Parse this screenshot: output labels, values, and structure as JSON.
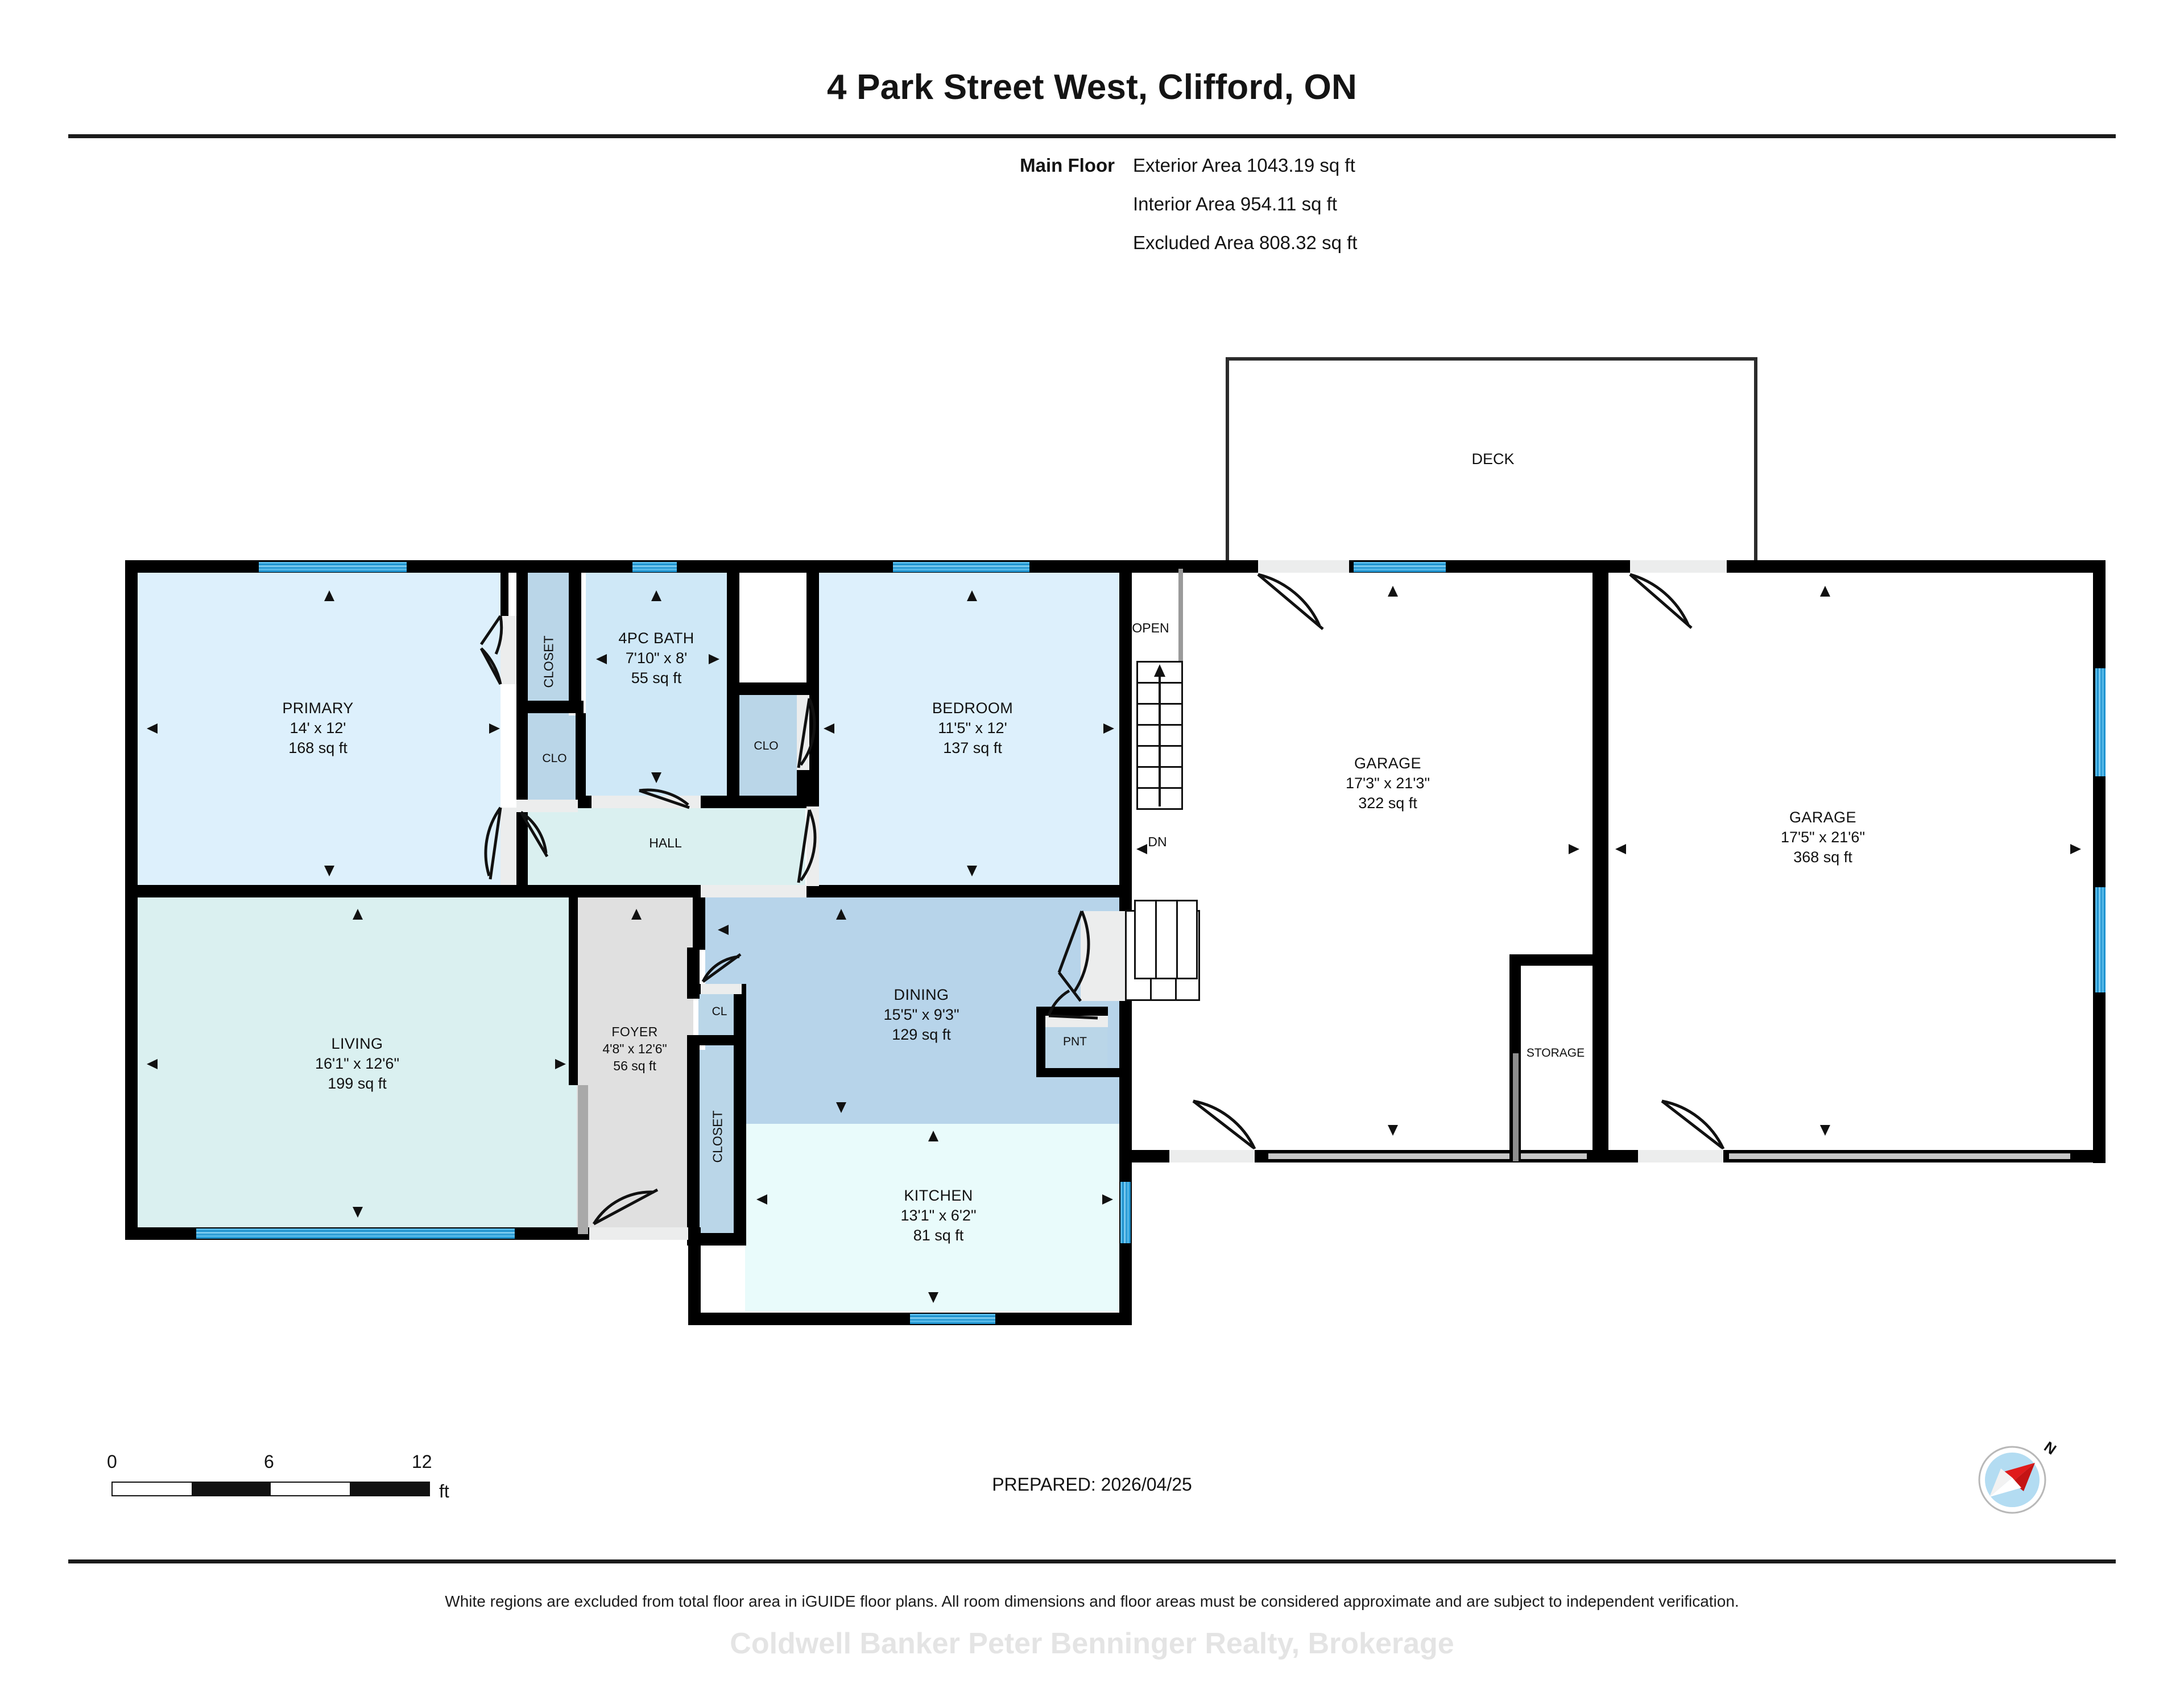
{
  "header": {
    "title": "4 Park Street West, Clifford, ON",
    "floor_label": "Main Floor",
    "areas": [
      "Exterior Area 1043.19 sq ft",
      "Interior Area 954.11 sq ft",
      "Excluded Area 808.32 sq ft"
    ]
  },
  "rooms": {
    "primary": {
      "name": "PRIMARY",
      "dims": "14' x 12'",
      "area": "168 sq ft"
    },
    "bath": {
      "name": "4PC BATH",
      "dims": "7'10\" x 8'",
      "area": "55 sq ft"
    },
    "bedroom": {
      "name": "BEDROOM",
      "dims": "11'5\" x 12'",
      "area": "137 sq ft"
    },
    "living": {
      "name": "LIVING",
      "dims": "16'1\" x 12'6\"",
      "area": "199 sq ft"
    },
    "foyer": {
      "name": "FOYER",
      "dims": "4'8\" x 12'6\"",
      "area": "56 sq ft"
    },
    "dining": {
      "name": "DINING",
      "dims": "15'5\" x 9'3\"",
      "area": "129 sq ft"
    },
    "kitchen": {
      "name": "KITCHEN",
      "dims": "13'1\" x 6'2\"",
      "area": "81 sq ft"
    },
    "garage_left": {
      "name": "GARAGE",
      "dims": "17'3\" x 21'3\"",
      "area": "322 sq ft"
    },
    "garage_right": {
      "name": "GARAGE",
      "dims": "17'5\" x 21'6\"",
      "area": "368 sq ft"
    }
  },
  "small_labels": {
    "hall": "HALL",
    "closet_primary": "CLOSET",
    "clo_left": "CLO",
    "clo_right": "CLO",
    "cl_foyer": "CL",
    "closet_kitchen": "CLOSET",
    "pnt": "PNT",
    "deck": "DECK",
    "open": "OPEN",
    "dn": "DN",
    "storage": "STORAGE"
  },
  "scale": {
    "ticks": [
      "0",
      "6",
      "12"
    ],
    "unit": "ft"
  },
  "footer": {
    "prepared": "PREPARED: 2026/04/25",
    "disclaimer": "White regions are excluded from total floor area in iGUIDE floor plans. All room dimensions and floor areas must be considered approximate and are subject to independent verification.",
    "watermark": "Coldwell Banker Peter Benninger Realty, Brokerage",
    "compass_label": "N"
  },
  "colors": {
    "wall": "#000000",
    "window": "#3fa9dd",
    "pale_blue": "#ddf0fc",
    "teal": "#daf0f0",
    "bath_blue": "#cfe8f7",
    "dining_blue": "#b7d4ea",
    "kitchen": "#e9fbfb",
    "foyer_gray": "#e0e0e0",
    "compass_needle": "#e01b1b"
  }
}
